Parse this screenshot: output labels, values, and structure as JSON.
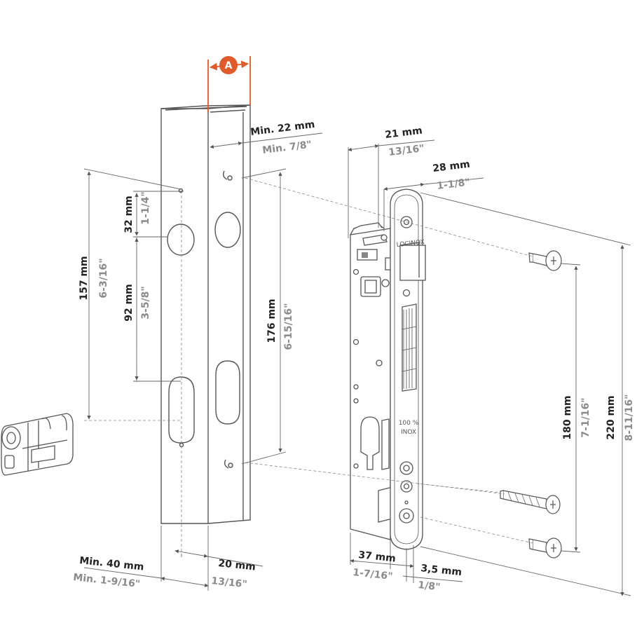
{
  "colors": {
    "accent": "#e05a2b",
    "line": "#555555",
    "dim": "#666666",
    "mm_text": "#222222",
    "inch_text": "#8a8a8a"
  },
  "marker": {
    "letter": "A"
  },
  "dims": {
    "min22": {
      "mm": "Min. 22 mm",
      "inch": "Min. 7/8\""
    },
    "d21": {
      "mm": "21 mm",
      "inch": "13/16\""
    },
    "d28": {
      "mm": "28 mm",
      "inch": "1-1/8\""
    },
    "d32": {
      "mm": "32 mm",
      "inch": "1-1/4\""
    },
    "d157": {
      "mm": "157 mm",
      "inch": "6-3/16\""
    },
    "d92": {
      "mm": "92 mm",
      "inch": "3-5/8\""
    },
    "d176": {
      "mm": "176 mm",
      "inch": "6-15/16\""
    },
    "d180": {
      "mm": "180 mm",
      "inch": "7-1/16\""
    },
    "d220": {
      "mm": "220 mm",
      "inch": "8-11/16\""
    },
    "min40": {
      "mm": "Min. 40 mm",
      "inch": "Min. 1-9/16\""
    },
    "d20": {
      "mm": "20 mm",
      "inch": "13/16\""
    },
    "d37": {
      "mm": "37 mm",
      "inch": "1-7/16\""
    },
    "d35": {
      "mm": "3,5 mm",
      "inch": "1/8\""
    }
  },
  "lock": {
    "brand": "LOCINOX",
    "material_line1": "100 %",
    "material_line2": "INOX"
  }
}
